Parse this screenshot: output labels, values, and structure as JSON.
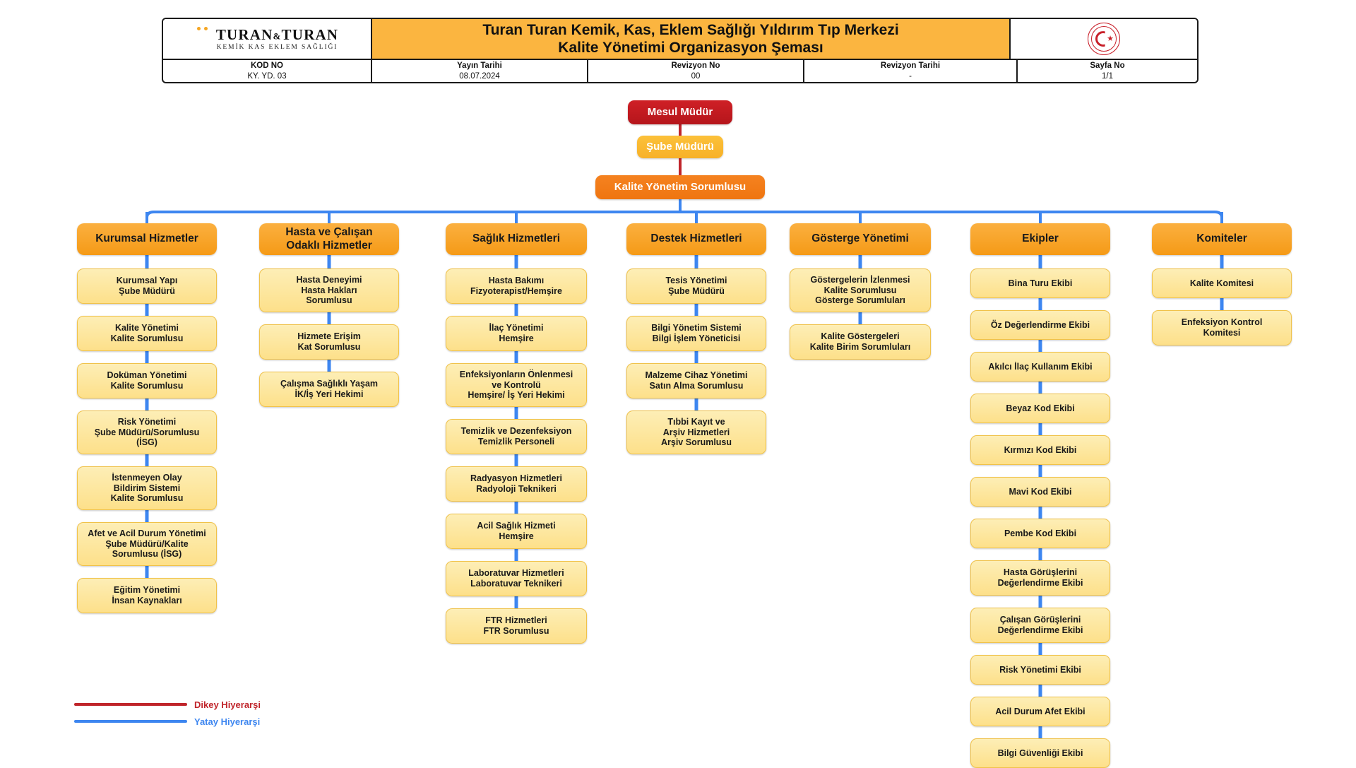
{
  "header": {
    "logo": {
      "name_part1": "TURAN",
      "amp": "&",
      "name_part2": "TURAN",
      "subtitle": "KEMİK KAS EKLEM SAĞLIĞI",
      "icon": "turan-turan-logo"
    },
    "title_line1": "Turan Turan Kemik, Kas, Eklem Sağlığı Yıldırım Tıp Merkezi",
    "title_line2": "Kalite Yönetimi Organizasyon Şeması",
    "seal_icon": "ministry-of-health-seal",
    "fields": [
      {
        "label": "KOD NO",
        "value": "KY. YD. 03"
      },
      {
        "label": "Yayın Tarihi",
        "value": "08.07.2024"
      },
      {
        "label": "Revizyon No",
        "value": "00"
      },
      {
        "label": "Revizyon Tarihi",
        "value": "-"
      },
      {
        "label": "Sayfa No",
        "value": "1/1"
      }
    ]
  },
  "colors": {
    "vertical_hierarchy": "#c0252b",
    "horizontal_hierarchy": "#3d86f0",
    "header_band": "#fbb540",
    "root_red": "#cf2026",
    "root_yellow": "#fcc13a",
    "root_orange": "#f58220",
    "column_head": "#fbb040",
    "leaf": "#fde08a"
  },
  "roots": [
    {
      "label": "Mesul Müdür",
      "style": "root-red"
    },
    {
      "label": "Şube Müdürü",
      "style": "root-yellow"
    },
    {
      "label": "Kalite Yönetim Sorumlusu",
      "style": "root-orange"
    }
  ],
  "columns": [
    {
      "head": "Kurumsal Hizmetler",
      "items": [
        "Kurumsal Yapı\nŞube Müdürü",
        "Kalite Yönetimi\nKalite Sorumlusu",
        "Doküman Yönetimi\nKalite Sorumlusu",
        "Risk Yönetimi\nŞube Müdürü/Sorumlusu\n(İSG)",
        "İstenmeyen Olay\nBildirim Sistemi\nKalite Sorumlusu",
        "Afet ve Acil Durum Yönetimi\nŞube Müdürü/Kalite\nSorumlusu (İSG)",
        "Eğitim Yönetimi\nİnsan Kaynakları"
      ]
    },
    {
      "head": "Hasta ve Çalışan\nOdaklı Hizmetler",
      "items": [
        "Hasta Deneyimi\nHasta Hakları\nSorumlusu",
        "Hizmete Erişim\nKat Sorumlusu",
        "Çalışma Sağlıklı Yaşam\nİK/İş Yeri Hekimi"
      ]
    },
    {
      "head": "Sağlık Hizmetleri",
      "items": [
        "Hasta Bakımı\nFizyoterapist/Hemşire",
        "İlaç Yönetimi\nHemşire",
        "Enfeksiyonların Önlenmesi\nve Kontrolü\nHemşire/ İş Yeri Hekimi",
        "Temizlik ve Dezenfeksiyon\nTemizlik Personeli",
        "Radyasyon Hizmetleri\nRadyoloji Teknikeri",
        "Acil Sağlık Hizmeti\nHemşire",
        "Laboratuvar Hizmetleri\nLaboratuvar Teknikeri",
        "FTR Hizmetleri\nFTR Sorumlusu"
      ]
    },
    {
      "head": "Destek Hizmetleri",
      "items": [
        "Tesis Yönetimi\nŞube Müdürü",
        "Bilgi Yönetim Sistemi\nBilgi İşlem Yöneticisi",
        "Malzeme Cihaz Yönetimi\nSatın Alma Sorumlusu",
        "Tıbbi Kayıt ve\nArşiv Hizmetleri\nArşiv Sorumlusu"
      ]
    },
    {
      "head": "Gösterge Yönetimi",
      "items": [
        "Göstergelerin İzlenmesi\nKalite Sorumlusu\nGösterge Sorumluları",
        "Kalite Göstergeleri\nKalite Birim Sorumluları"
      ]
    },
    {
      "head": "Ekipler",
      "items": [
        "Bina Turu Ekibi",
        "Öz Değerlendirme Ekibi",
        "Akılcı İlaç Kullanım Ekibi",
        "Beyaz Kod Ekibi",
        "Kırmızı Kod Ekibi",
        "Mavi Kod Ekibi",
        "Pembe Kod Ekibi",
        "Hasta Görüşlerini\nDeğerlendirme Ekibi",
        "Çalışan Görüşlerini\nDeğerlendirme Ekibi",
        "Risk Yönetimi Ekibi",
        "Acil Durum Afet Ekibi",
        "Bilgi Güvenliği Ekibi"
      ]
    },
    {
      "head": "Komiteler",
      "items": [
        "Kalite Komitesi",
        "Enfeksiyon Kontrol\nKomitesi"
      ]
    }
  ],
  "legend": [
    {
      "label": "Dikey Hiyerarşi",
      "color_key": "red"
    },
    {
      "label": "Yatay Hiyerarşi",
      "color_key": "blue"
    }
  ]
}
